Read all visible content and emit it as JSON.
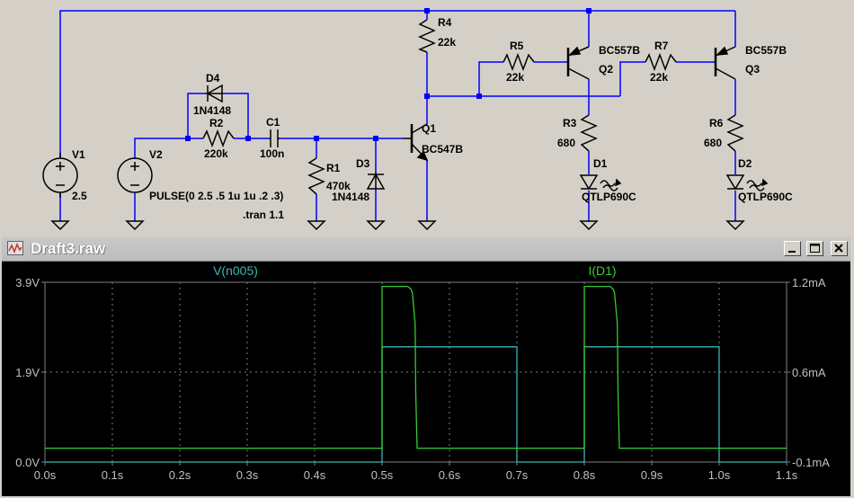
{
  "schematic": {
    "components": {
      "V1": {
        "ref": "V1",
        "value": "2.5"
      },
      "V2": {
        "ref": "V2",
        "value": "PULSE(0 2.5 .5 1u 1u .2 .3)"
      },
      "D4": {
        "ref": "D4",
        "value": "1N4148"
      },
      "R2": {
        "ref": "R2",
        "value": "220k"
      },
      "C1": {
        "ref": "C1",
        "value": "100n"
      },
      "R1": {
        "ref": "R1",
        "value": "470k"
      },
      "D3": {
        "ref": "D3",
        "value": "1N4148"
      },
      "R4": {
        "ref": "R4",
        "value": "22k"
      },
      "Q1": {
        "ref": "Q1",
        "value": "BC547B"
      },
      "R5": {
        "ref": "R5",
        "value": "22k"
      },
      "Q2": {
        "ref": "Q2",
        "value": "BC557B"
      },
      "R7": {
        "ref": "R7",
        "value": "22k"
      },
      "Q3": {
        "ref": "Q3",
        "value": "BC557B"
      },
      "R3": {
        "ref": "R3",
        "value": "680"
      },
      "D1": {
        "ref": "D1",
        "value": "QTLP690C"
      },
      "R6": {
        "ref": "R6",
        "value": "680"
      },
      "D2": {
        "ref": "D2",
        "value": "QTLP690C"
      }
    },
    "directive": ".tran 1.1"
  },
  "plot_window": {
    "title": "Draft3.raw"
  },
  "colors": {
    "schematic_wire": "#0000ff",
    "component": "#000000",
    "plot_bg": "#000000",
    "grid": "#808080",
    "axis_text": "#c0c0c0",
    "trace_voltage": "#3cb4b4",
    "trace_current": "#33cc33"
  },
  "chart_data": {
    "type": "line",
    "x_ticks": [
      "0.0s",
      "0.1s",
      "0.2s",
      "0.3s",
      "0.4s",
      "0.5s",
      "0.6s",
      "0.7s",
      "0.8s",
      "0.9s",
      "1.0s",
      "1.1s"
    ],
    "xlim": [
      0,
      1.1
    ],
    "left_axis": {
      "ticks": [
        "0.0V",
        "1.9V",
        "3.9V"
      ],
      "ylim": [
        0,
        3.9
      ]
    },
    "right_axis": {
      "ticks": [
        "-0.1mA",
        "0.6mA",
        "1.2mA"
      ],
      "ylim": [
        -0.1,
        1.2
      ]
    },
    "grid": true,
    "series": [
      {
        "name": "V(n005)",
        "axis": "left",
        "x": [
          0,
          0.5,
          0.5,
          0.7,
          0.7,
          0.8,
          0.8,
          1.0,
          1.0,
          1.1
        ],
        "y": [
          0.0,
          0.0,
          2.5,
          2.5,
          0.0,
          0.0,
          2.5,
          2.5,
          0.0,
          0.0
        ]
      },
      {
        "name": "I(D1)",
        "axis": "right",
        "x": [
          0,
          0.5,
          0.5,
          0.538,
          0.543,
          0.545,
          0.549,
          0.55,
          0.552,
          0.8,
          0.8,
          0.838,
          0.843,
          0.845,
          0.849,
          0.85,
          0.852,
          1.1
        ],
        "y": [
          0.0,
          0.0,
          1.17,
          1.17,
          1.15,
          1.12,
          0.9,
          0.4,
          0.0,
          0.0,
          1.17,
          1.17,
          1.15,
          1.12,
          0.9,
          0.4,
          0.0,
          0.0
        ]
      }
    ]
  }
}
